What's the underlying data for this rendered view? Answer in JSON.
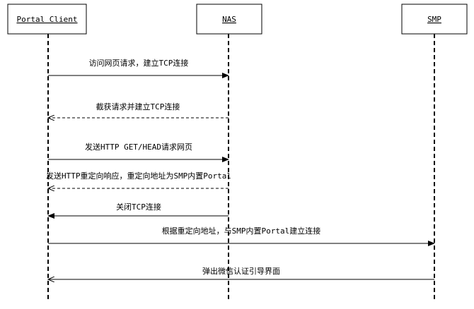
{
  "participants": [
    {
      "id": "portal_client",
      "label": "Portal Client"
    },
    {
      "id": "nas",
      "label": "NAS"
    },
    {
      "id": "smp",
      "label": "SMP"
    }
  ],
  "messages": [
    {
      "from": "portal_client",
      "to": "nas",
      "label": "访问网页请求，建立TCP连接",
      "style": "solid",
      "head": "filled"
    },
    {
      "from": "nas",
      "to": "portal_client",
      "label": "截获请求并建立TCP连接",
      "style": "dashed",
      "head": "open"
    },
    {
      "from": "portal_client",
      "to": "nas",
      "label": "发送HTTP GET/HEAD请求网页",
      "style": "solid",
      "head": "filled"
    },
    {
      "from": "nas",
      "to": "portal_client",
      "label": "发送HTTP重定向响应，重定向地址为SMP内置Portal",
      "style": "dashed",
      "head": "open"
    },
    {
      "from": "nas",
      "to": "portal_client",
      "label": "关闭TCP连接",
      "style": "solid",
      "head": "filled"
    },
    {
      "from": "portal_client",
      "to": "smp",
      "label": "根据重定向地址，与SMP内置Portal建立连接",
      "style": "solid",
      "head": "filled"
    },
    {
      "from": "smp",
      "to": "portal_client",
      "label": "弹出微信认证引导界面",
      "style": "solid",
      "head": "open"
    }
  ]
}
